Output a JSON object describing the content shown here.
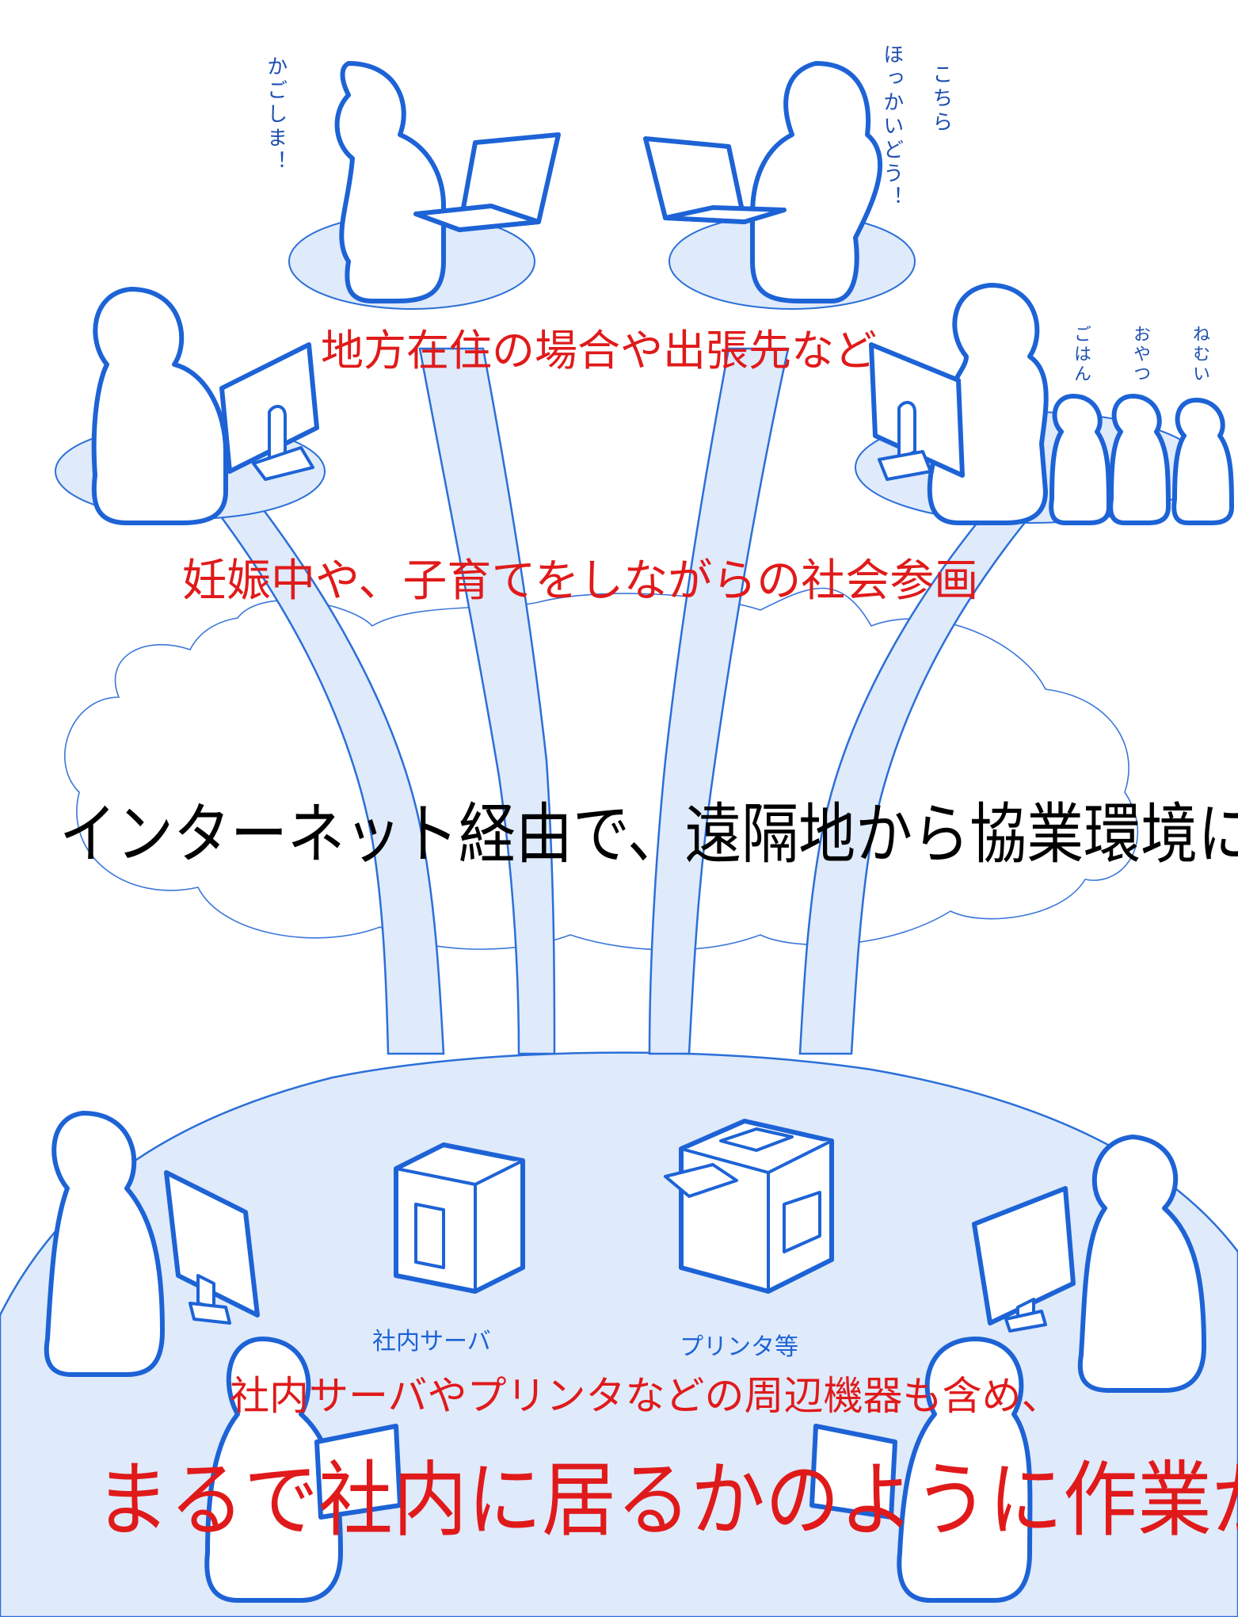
{
  "speech": {
    "kagoshima": "かごしま！",
    "hokkaido_1": "こちら",
    "hokkaido_2": "ほっかいどう！",
    "gohan": "ごはん",
    "oyatsu": "おやつ",
    "nemui": "ねむい"
  },
  "headings": {
    "regional": "地方在住の場合や出張先など",
    "parenting": "妊娠中や、子育てをしながらの社会参画",
    "internet": "インターネット経由で、遠隔地から協業環境に接続",
    "peripherals": "社内サーバやプリンタなどの周辺機器も含め、",
    "like_office": "まるで社内に居るかのように作業が可能"
  },
  "labels": {
    "server": "社内サーバ",
    "printer": "プリンタ等"
  },
  "colors": {
    "line_blue": "#1d63d6",
    "fill_blue": "#dfeafb",
    "red_text": "#e01a1a",
    "black_text": "#000000"
  }
}
